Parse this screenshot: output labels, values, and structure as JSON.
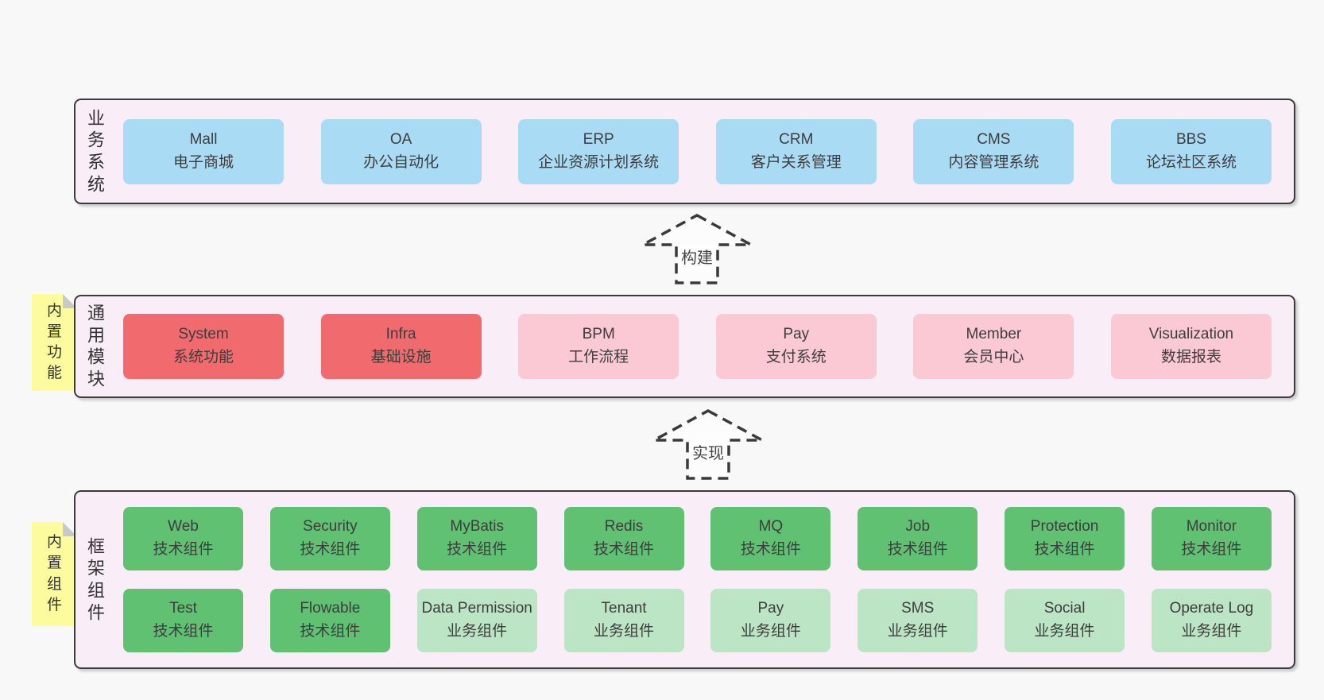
{
  "palette": {
    "page_bg": "#f8f8f8",
    "panel_bg": "#f9edf7",
    "panel_border": "#3b3b3b",
    "node_blue": "#aadbf5",
    "node_red": "#f06a6e",
    "node_pink": "#fbc9d4",
    "node_green": "#60c173",
    "node_green_light": "#bce5c6",
    "note_yellow": "#fcfc9e",
    "note_fold_gray": "#c9c9c9",
    "text": "#3d3d3d"
  },
  "arrows": [
    {
      "label": "构建"
    },
    {
      "label": "实现"
    }
  ],
  "panels": [
    {
      "label": "业务系统",
      "boxes": [
        {
          "title": "Mall",
          "subtitle": "电子商城"
        },
        {
          "title": "OA",
          "subtitle": "办公自动化"
        },
        {
          "title": "ERP",
          "subtitle": "企业资源计划系统"
        },
        {
          "title": "CRM",
          "subtitle": "客户关系管理"
        },
        {
          "title": "CMS",
          "subtitle": "内容管理系统"
        },
        {
          "title": "BBS",
          "subtitle": "论坛社区系统"
        }
      ]
    },
    {
      "label": "通用模块",
      "note": "内置功能",
      "boxes": [
        {
          "title": "System",
          "subtitle": "系统功能"
        },
        {
          "title": "Infra",
          "subtitle": "基础设施"
        },
        {
          "title": "BPM",
          "subtitle": "工作流程"
        },
        {
          "title": "Pay",
          "subtitle": "支付系统"
        },
        {
          "title": "Member",
          "subtitle": "会员中心"
        },
        {
          "title": "Visualization",
          "subtitle": "数据报表"
        }
      ]
    },
    {
      "label": "框架组件",
      "note": "内置组件",
      "rows": [
        [
          {
            "title": "Web",
            "subtitle": "技术组件"
          },
          {
            "title": "Security",
            "subtitle": "技术组件"
          },
          {
            "title": "MyBatis",
            "subtitle": "技术组件"
          },
          {
            "title": "Redis",
            "subtitle": "技术组件"
          },
          {
            "title": "MQ",
            "subtitle": "技术组件"
          },
          {
            "title": "Job",
            "subtitle": "技术组件"
          },
          {
            "title": "Protection",
            "subtitle": "技术组件"
          },
          {
            "title": "Monitor",
            "subtitle": "技术组件"
          }
        ],
        [
          {
            "title": "Test",
            "subtitle": "技术组件"
          },
          {
            "title": "Flowable",
            "subtitle": "技术组件"
          },
          {
            "title": "Data Permission",
            "subtitle": "业务组件"
          },
          {
            "title": "Tenant",
            "subtitle": "业务组件"
          },
          {
            "title": "Pay",
            "subtitle": "业务组件"
          },
          {
            "title": "SMS",
            "subtitle": "业务组件"
          },
          {
            "title": "Social",
            "subtitle": "业务组件"
          },
          {
            "title": "Operate Log",
            "subtitle": "业务组件"
          }
        ]
      ]
    }
  ]
}
